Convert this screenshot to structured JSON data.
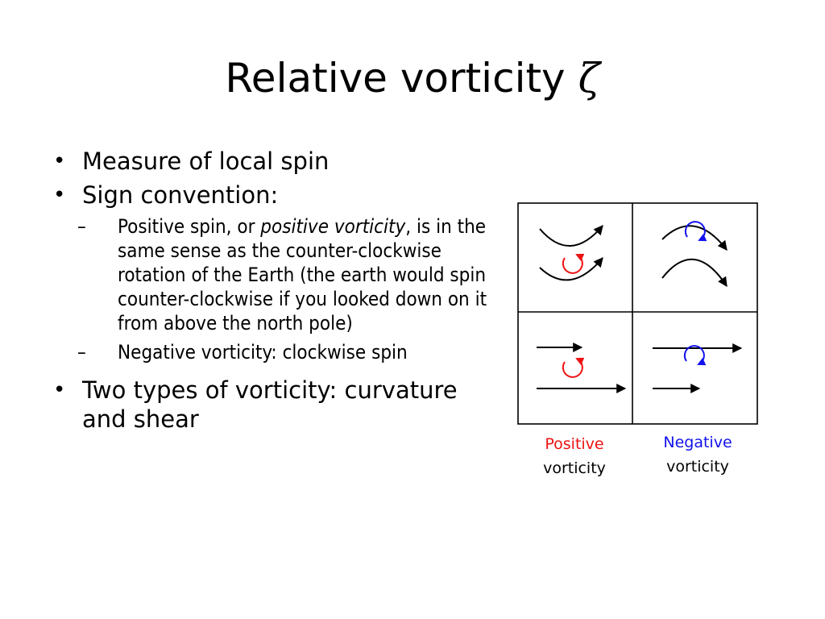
{
  "title": {
    "text": "Relative vorticity",
    "symbol": "ζ"
  },
  "bullets": {
    "b1": "Measure of local spin",
    "b2": "Sign convention:",
    "b2_sub1_part1": "Positive spin, or ",
    "b2_sub1_italic": "positive vorticity",
    "b2_sub1_part2": ", is in the same sense as the counter-clockwise rotation of the Earth (the earth would spin counter-clockwise if you looked down on it from above the north pole)",
    "b2_sub2": "Negative vorticity: clockwise spin",
    "b3": "Two types of vorticity: curvature and shear"
  },
  "glyphs": {
    "bullet": "•",
    "dash": "–"
  },
  "captions": {
    "positive_word": "Positive",
    "negative_word": "Negative",
    "vorticity_word": "vorticity"
  },
  "colors": {
    "positive": "#ee1111",
    "negative": "#1111ee",
    "text": "#000000"
  },
  "icons": {
    "positive_circle": "counterclockwise-arrow-circle-icon",
    "negative_circle": "clockwise-arrow-circle-icon"
  }
}
